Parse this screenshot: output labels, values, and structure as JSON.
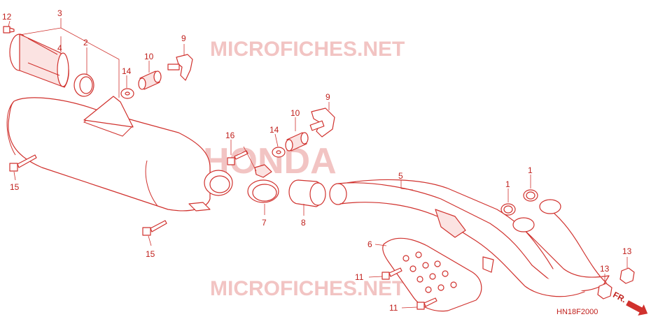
{
  "watermarks": {
    "top": "MICROFICHES.NET",
    "bottom": "MICROFICHES.NET",
    "brand": "HONDA"
  },
  "callouts": {
    "c3": "3",
    "c12": "12",
    "c4": "4",
    "c2": "2",
    "c9a": "9",
    "c10a": "10",
    "c14a": "14",
    "c9b": "9",
    "c10b": "10",
    "c14b": "14",
    "c16": "16",
    "c15a": "15",
    "c15b": "15",
    "c7": "7",
    "c8": "8",
    "c5": "5",
    "c1a": "1",
    "c1b": "1",
    "c6": "6",
    "c11a": "11",
    "c11b": "11",
    "c13a": "13",
    "c13b": "13"
  },
  "diagram_code": "HN18F2000",
  "front_label": "FR.",
  "colors": {
    "line": "#d0312d",
    "watermark": "#f2c4c3",
    "text": "#c0201c"
  }
}
